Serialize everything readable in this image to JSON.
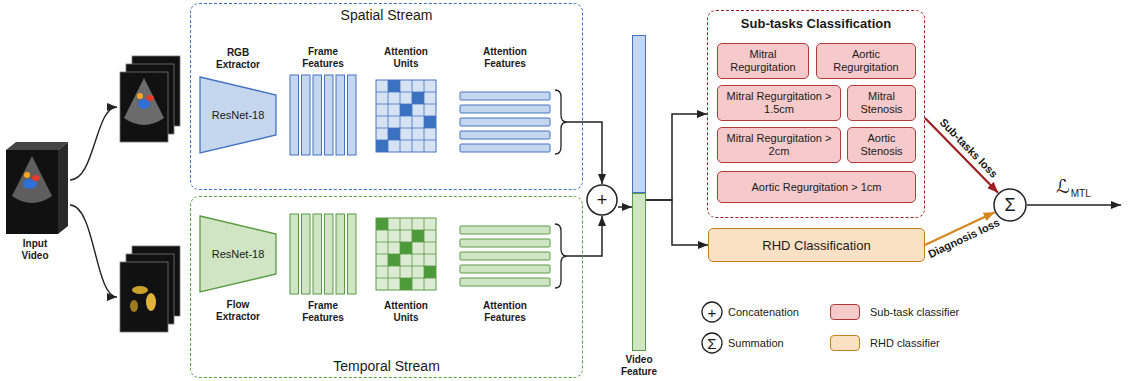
{
  "diagram": {
    "nodes": [
      {
        "text": [
          "Input Video"
        ]
      },
      {
        "text": [
          "Spatial Stream"
        ]
      },
      {
        "text": [
          "RGB Extractor",
          "ResNet-18"
        ],
        "in": 1
      },
      {
        "text": [
          "Temporal Stream"
        ]
      },
      {
        "text": [
          "ResNet-18",
          "Flow Extractor"
        ],
        "in": 3
      },
      {
        "text": [
          "+"
        ]
      },
      {
        "text": [
          "Video Feature"
        ]
      },
      {
        "text": [
          "Sub-tasks Classification"
        ]
      },
      {
        "text": [
          "Mitral Regurgitation"
        ],
        "in": 7
      },
      {
        "text": [
          "Aortic Regurgitation"
        ],
        "in": 7
      },
      {
        "text": [
          "Mitral Regurgitation > 1.5cm"
        ],
        "in": 7
      },
      {
        "text": [
          "Mitral Stenosis"
        ],
        "in": 7
      },
      {
        "text": [
          "Mitral Regurgitation > 2cm"
        ],
        "in": 7
      },
      {
        "text": [
          "Aortic Stenosis"
        ],
        "in": 7
      },
      {
        "text": [
          "Aortic Regurgitation > 1cm"
        ],
        "in": 7
      },
      {
        "text": [
          "RHD Classification"
        ]
      },
      {
        "text": [
          "Σ"
        ]
      }
    ],
    "edges": [
      {
        "from": 1,
        "to": 5,
        "arrow": "to"
      },
      {
        "from": 3,
        "to": 5,
        "arrow": "to"
      },
      {
        "from": 5,
        "to": 6,
        "arrow": "to"
      },
      {
        "from": 6,
        "to": 7,
        "arrow": "to"
      },
      {
        "from": 6,
        "to": 15,
        "arrow": "to"
      },
      {
        "from": 7,
        "to": 16,
        "label": "Sub-tasks loss",
        "arrow": "to"
      },
      {
        "from": 15,
        "to": 16,
        "label": "Diagnosis loss",
        "arrow": "to"
      }
    ],
    "labels": [
      "Frame Features",
      "Attention Units",
      "Attention Features",
      "Frame Features",
      "Attention Units",
      "Attention Features",
      "ℒ",
      "MTL",
      "+",
      "Σ"
    ],
    "legend": [
      {
        "text": "Concatenation"
      },
      {
        "text": "Sub-task classifier",
        "color": "#f6c9cb"
      },
      {
        "text": "Summation"
      },
      {
        "text": "RHD classifier",
        "color": "#fbe1c4"
      }
    ]
  }
}
